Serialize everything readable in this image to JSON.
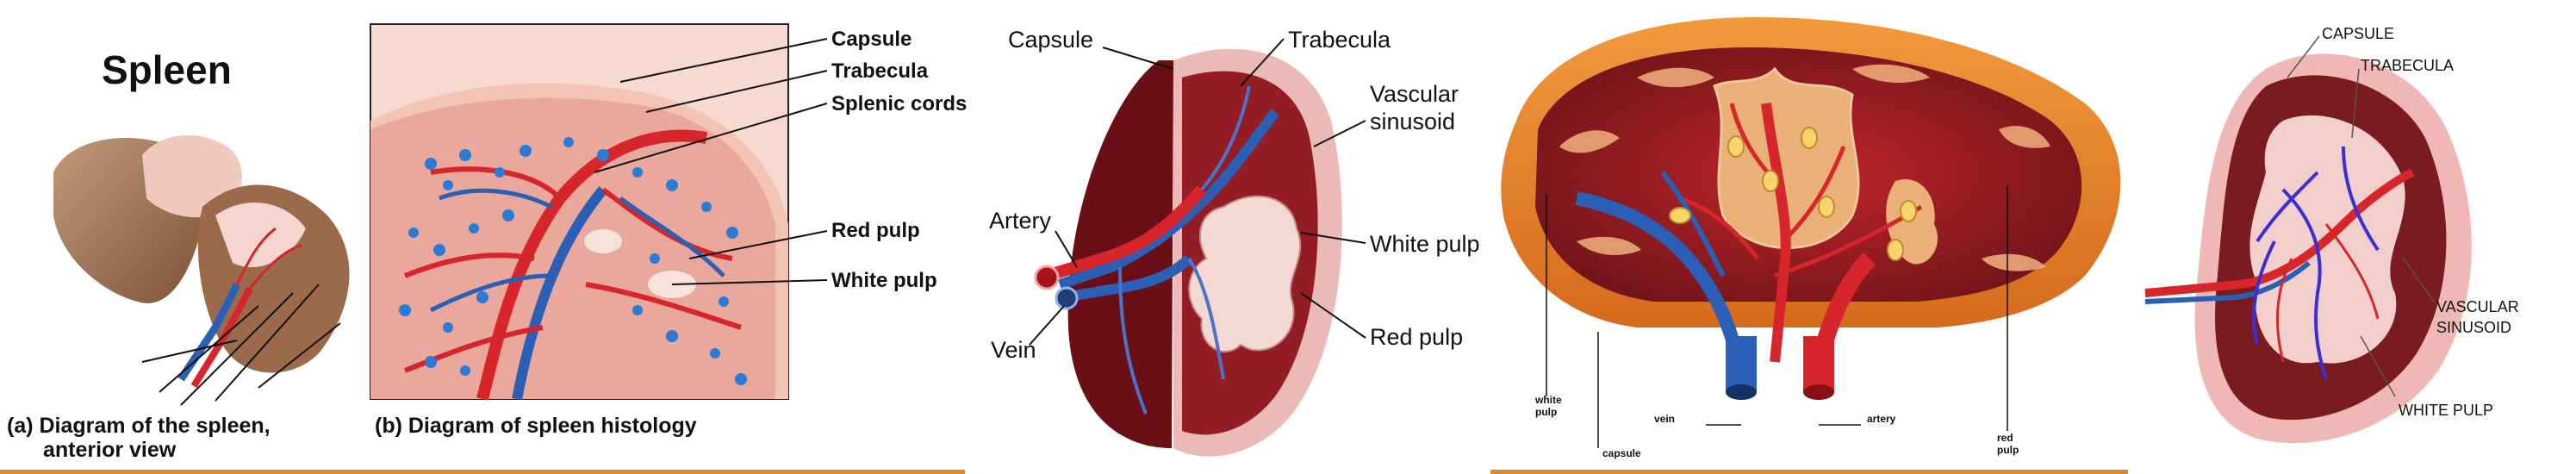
{
  "panel1": {
    "title": "Spleen",
    "labels": {
      "capsule": "Capsule",
      "trabecula": "Trabecula",
      "splenic_cords": "Splenic cords",
      "red_pulp": "Red pulp",
      "white_pulp": "White pulp"
    },
    "caption_a_line1": "(a) Diagram of the spleen,",
    "caption_a_line2": "anterior view",
    "caption_b": "(b) Diagram of spleen histology"
  },
  "panel2": {
    "labels": {
      "capsule": "Capsule",
      "trabecula": "Trabecula",
      "vascular_line1": "Vascular",
      "vascular_line2": "sinusoid",
      "artery": "Artery",
      "white_pulp": "White pulp",
      "vein": "Vein",
      "red_pulp": "Red pulp"
    }
  },
  "panel3": {
    "labels": {
      "white_line1": "white",
      "white_line2": "pulp",
      "vein": "vein",
      "artery": "artery",
      "capsule": "capsule",
      "red_line1": "red",
      "red_line2": "pulp"
    }
  },
  "panel4": {
    "labels": {
      "capsule": "CAPSULE",
      "trabecula": "TRABECULA",
      "vascular_line1": "VASCULAR",
      "vascular_line2": "SINUSOID",
      "white_pulp": "WHITE PULP"
    }
  },
  "colors": {
    "accent_line": "#e8832a",
    "title_purple": "#5c2d91",
    "artery_red": "#d7262b",
    "vein_blue": "#2b5fb5",
    "tissue_dark": "#7a1c1f",
    "capsule_pink": "#f0b8b5"
  }
}
